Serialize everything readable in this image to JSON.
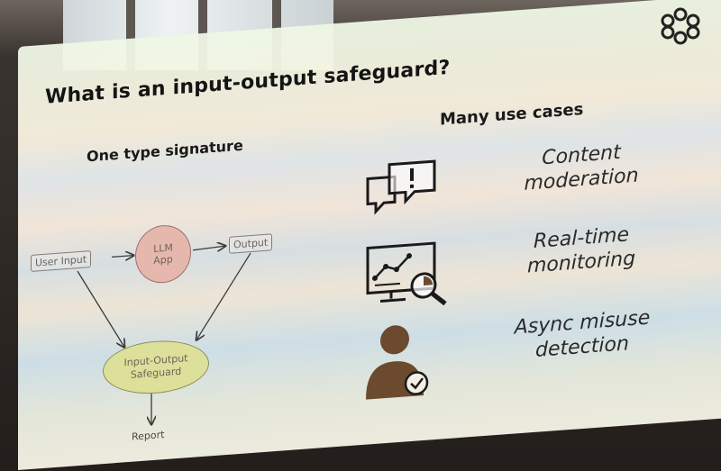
{
  "slide": {
    "title": "What is an input-output safeguard?",
    "left_heading": "One type signature",
    "right_heading": "Many use cases"
  },
  "diagram": {
    "user_input": "User Input",
    "llm_app": "LLM\nApp",
    "output": "Output",
    "safeguard": "Input-Output\nSafeguard",
    "report": "Report"
  },
  "use_cases": [
    {
      "label": "Content\nmoderation",
      "icon": "speech-bubbles-alert-icon"
    },
    {
      "label": "Real-time\nmonitoring",
      "icon": "monitor-chart-magnifier-icon"
    },
    {
      "label": "Async misuse\ndetection",
      "icon": "user-check-icon"
    }
  ],
  "colors": {
    "llm_fill": "#e6b8ad",
    "safeguard_fill": "#dde09a",
    "icon_brown": "#6b4a2e"
  }
}
